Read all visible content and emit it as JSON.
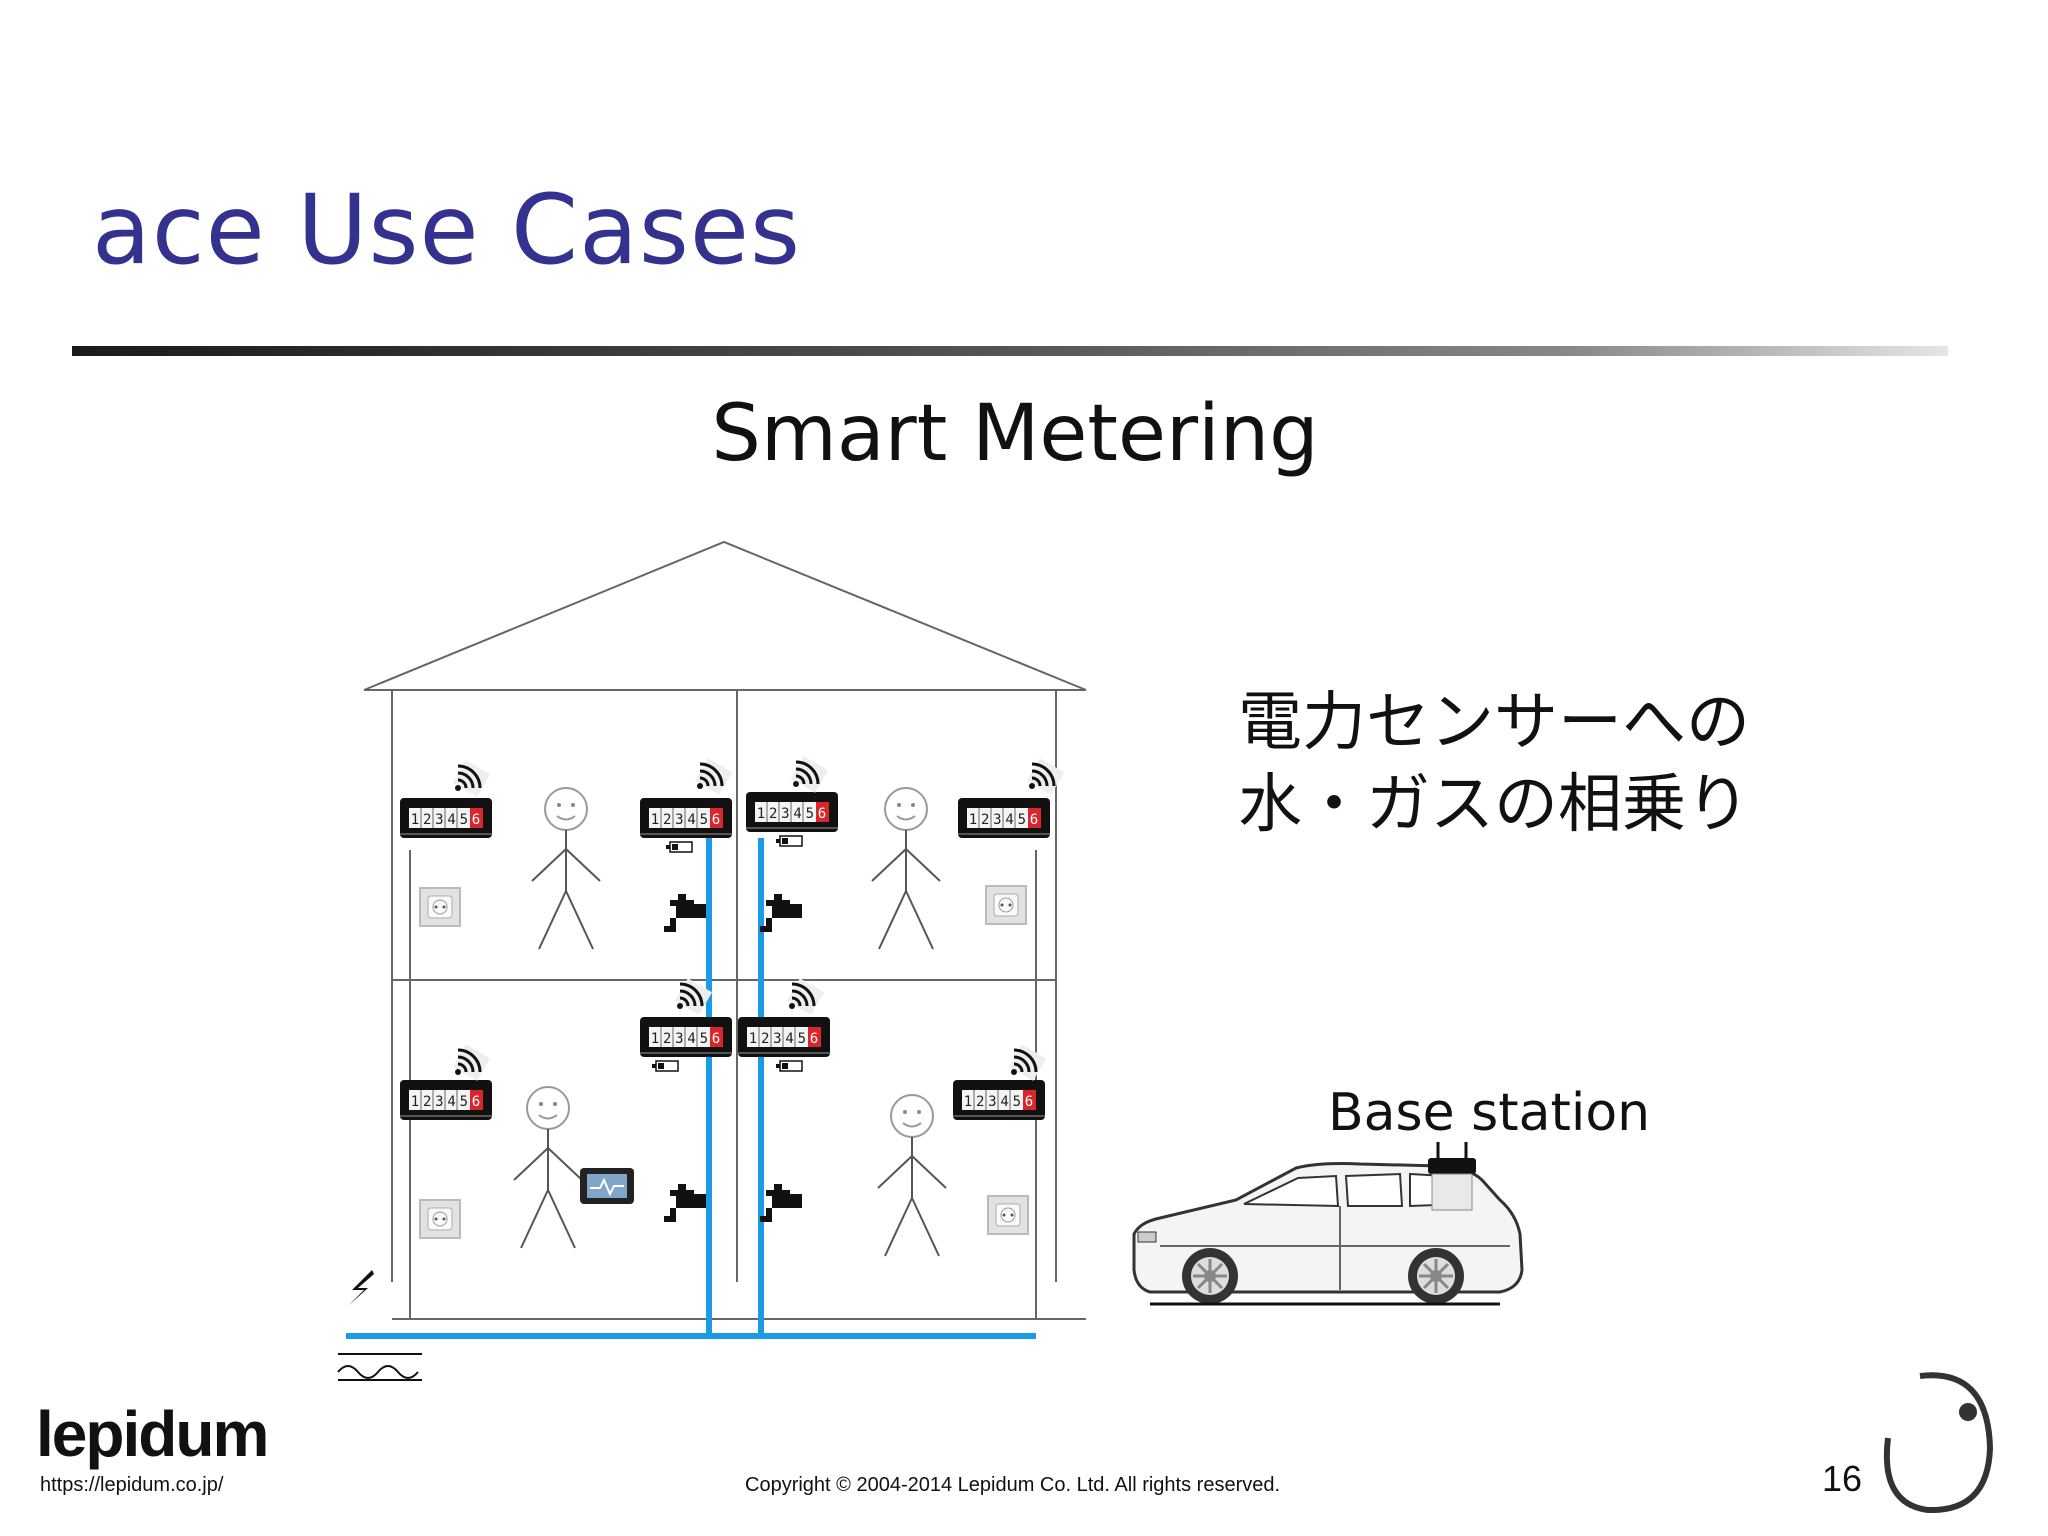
{
  "slide": {
    "title": "ace Use Cases",
    "page_number": "16"
  },
  "diagram": {
    "heading": "Smart Metering",
    "note_line1": "電力センサーへの",
    "note_line2": "水・ガスの相乗り",
    "base_station_label": "Base station",
    "meter_digits": [
      "1",
      "2",
      "3",
      "4",
      "5",
      "6"
    ]
  },
  "footer": {
    "logo": "lepidum",
    "url": "https://lepidum.co.jp/",
    "copyright": "Copyright © 2004-2014 Lepidum Co. Ltd. All rights reserved."
  },
  "colors": {
    "title": "#33338f",
    "water_pipe": "#1a9be6",
    "meter_red_digit": "#d8262b"
  }
}
